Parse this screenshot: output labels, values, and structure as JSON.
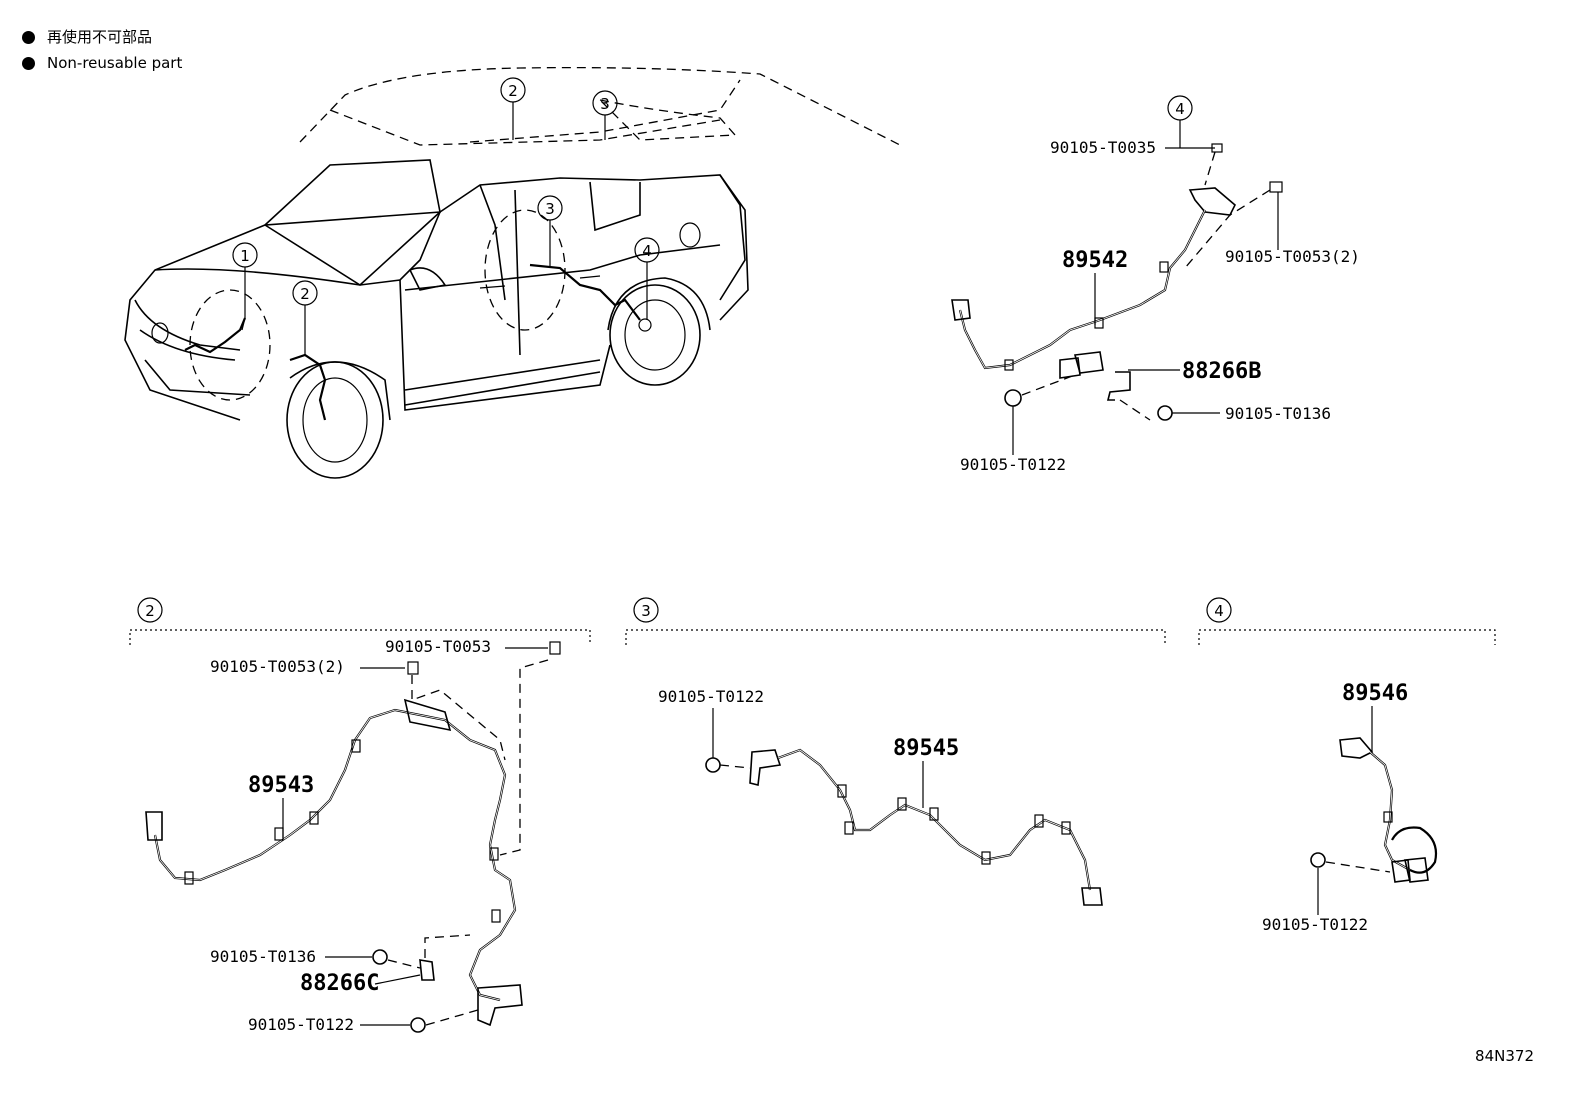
{
  "legend": {
    "jp": "再使用不可部品",
    "en": "Non-reusable part"
  },
  "diagram_code": "84N372",
  "callouts": [
    "1",
    "2",
    "3",
    "4"
  ],
  "top_right": {
    "callout": "4",
    "part_main": "89542",
    "bracket": "88266B",
    "bolt_top": "90105-T0035",
    "bolt_right": "90105-T0053(2)",
    "bolt_mid": "90105-T0136",
    "bolt_left": "90105-T0122"
  },
  "group2": {
    "callout": "2",
    "part_main": "89543",
    "bracket": "88266C",
    "bolt_top_right": "90105-T0053",
    "bolt_top_left": "90105-T0053(2)",
    "bolt_mid": "90105-T0136",
    "bolt_bottom": "90105-T0122"
  },
  "group3": {
    "callout": "3",
    "part_main": "89545",
    "bolt": "90105-T0122"
  },
  "group4": {
    "callout": "4",
    "part_main": "89546",
    "bolt": "90105-T0122"
  }
}
